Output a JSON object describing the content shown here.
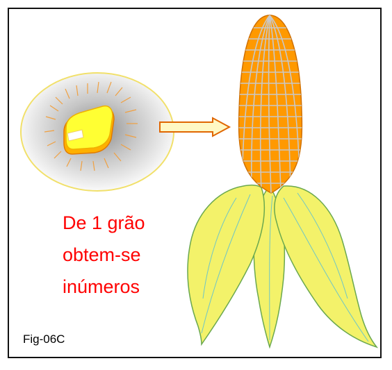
{
  "caption": {
    "line1": "De 1 grão",
    "line2": "obtem-se",
    "line3": "inúmeros"
  },
  "figure_label": "Fig-06C",
  "colors": {
    "caption_text": "#ff0000",
    "cob": "#ff9900",
    "cob_grid": "#c8c8c8",
    "husk": "#f3f26a",
    "husk_outline": "#6aa84f",
    "kernel": "#ffff33",
    "arrow_fill": "#fff8c4",
    "arrow_stroke": "#e06600"
  },
  "icons": {
    "grain": "corn-kernel-icon",
    "arrow": "right-arrow-icon",
    "cob": "corn-cob-icon"
  }
}
